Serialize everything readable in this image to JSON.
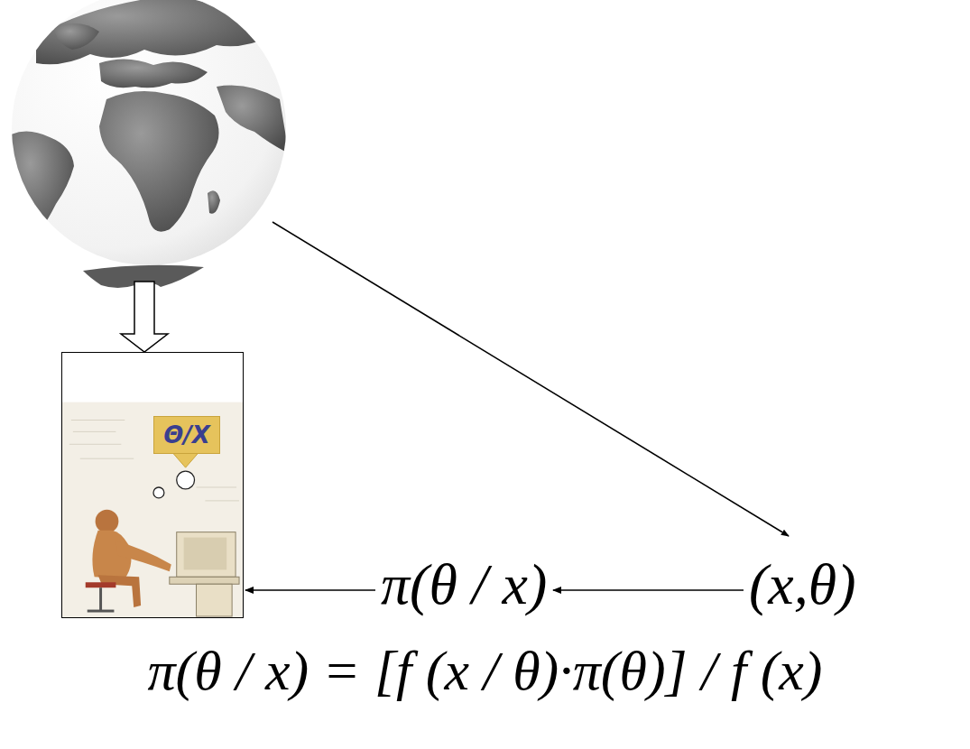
{
  "diagram": {
    "nodes": [
      {
        "text": [
          "Θ/X"
        ]
      },
      {
        "text": [
          "π(θ / x)"
        ]
      },
      {
        "text": [
          "(x,θ)"
        ]
      }
    ],
    "edges": [
      {
        "from": 2,
        "to": 1,
        "arrow": "to"
      },
      {
        "from": 1,
        "to": 0,
        "arrow": "to"
      }
    ],
    "labels": [
      "π(θ / x) = [f (x / θ)·π(θ)] / f (x)"
    ]
  }
}
